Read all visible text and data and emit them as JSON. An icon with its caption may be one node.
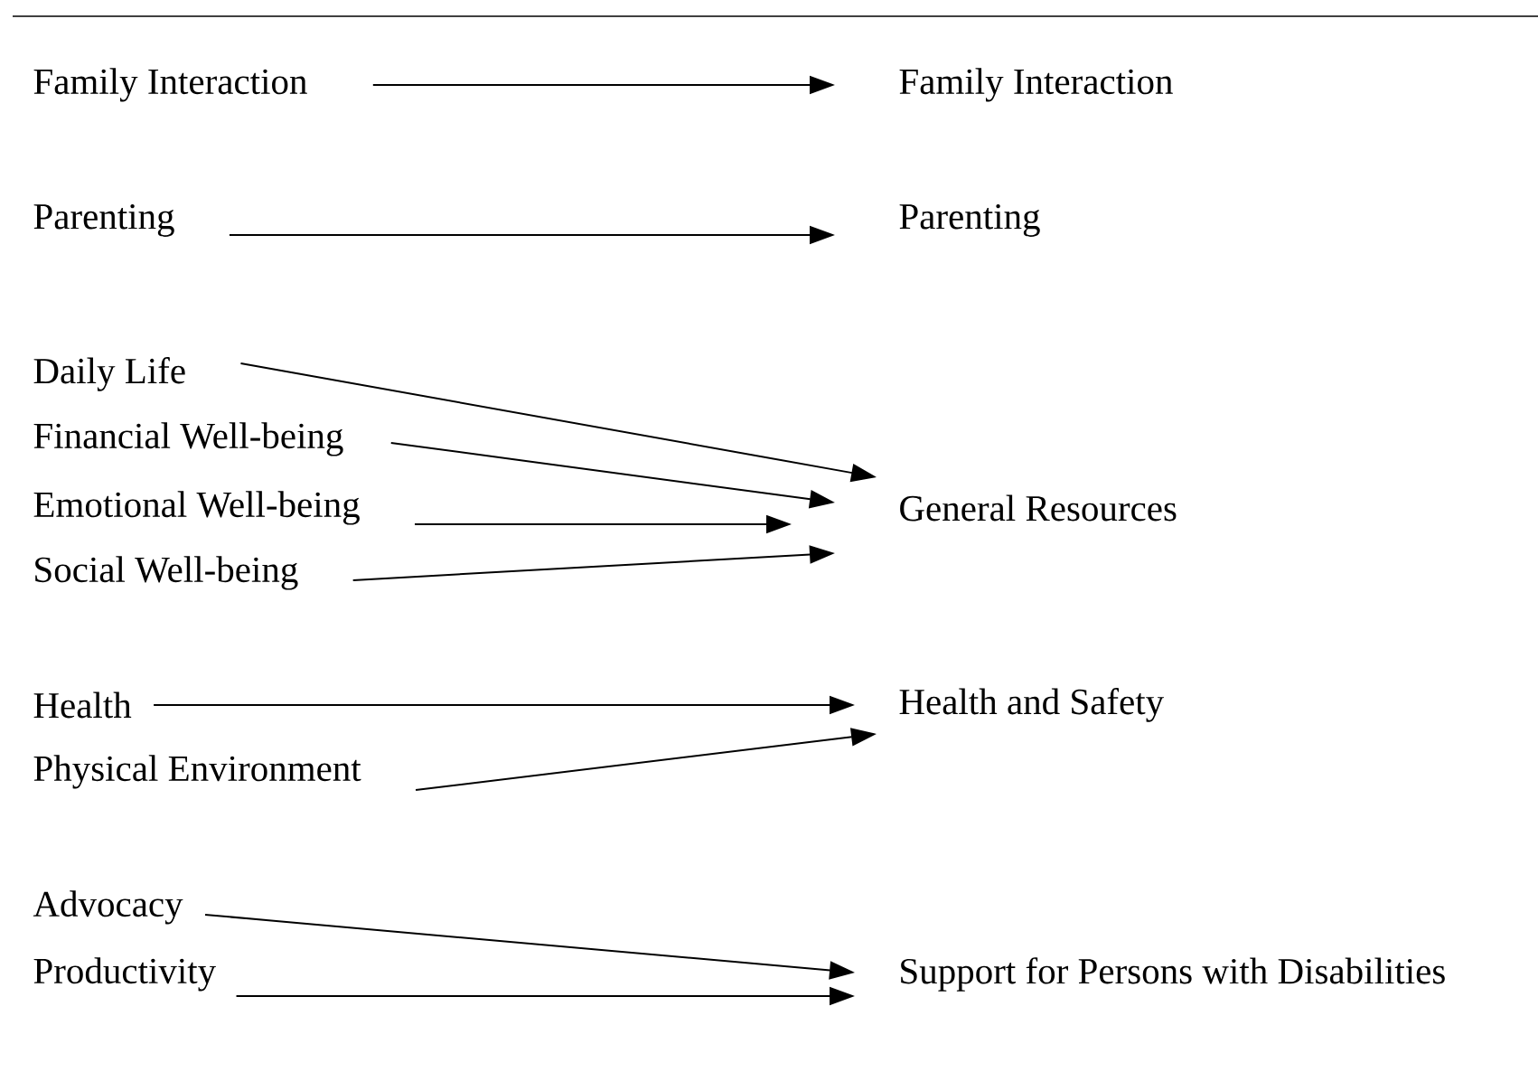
{
  "diagram": {
    "nodes": [
      {
        "text": [
          "Family Interaction"
        ]
      },
      {
        "text": [
          "Family Interaction"
        ]
      },
      {
        "text": [
          "Parenting"
        ]
      },
      {
        "text": [
          "Parenting"
        ]
      },
      {
        "text": [
          "Daily Life"
        ]
      },
      {
        "text": [
          "Financial Well-being"
        ]
      },
      {
        "text": [
          "Emotional Well-being"
        ]
      },
      {
        "text": [
          "General Resources"
        ]
      },
      {
        "text": [
          "Social Well-being"
        ]
      },
      {
        "text": [
          "Health"
        ]
      },
      {
        "text": [
          "Health and Safety"
        ]
      },
      {
        "text": [
          "Physical Environment"
        ]
      },
      {
        "text": [
          "Advocacy"
        ]
      },
      {
        "text": [
          "Productivity"
        ]
      },
      {
        "text": [
          "Support for Persons with Disabilities"
        ]
      }
    ],
    "edges": [
      {
        "from": 0,
        "to": 1,
        "arrow": "to"
      },
      {
        "from": 2,
        "to": 3,
        "arrow": "to"
      },
      {
        "from": 4,
        "to": 7,
        "arrow": "to"
      },
      {
        "from": 5,
        "to": 7,
        "arrow": "to"
      },
      {
        "from": 6,
        "to": 7,
        "arrow": "to"
      },
      {
        "from": 8,
        "to": 7,
        "arrow": "to"
      },
      {
        "from": 9,
        "to": 10,
        "arrow": "to"
      },
      {
        "from": 11,
        "to": 10,
        "arrow": "to"
      },
      {
        "from": 12,
        "to": 14,
        "arrow": "to"
      },
      {
        "from": 13,
        "to": 14,
        "arrow": "to"
      }
    ]
  }
}
